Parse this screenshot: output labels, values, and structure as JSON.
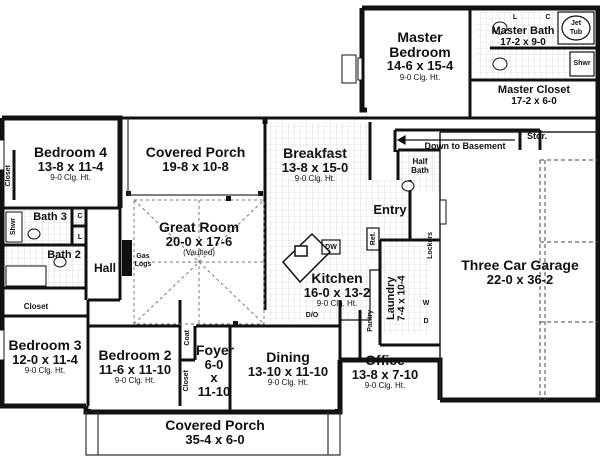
{
  "rooms": {
    "master_bedroom": {
      "name_line1": "Master",
      "name_line2": "Bedroom",
      "dims": "14-6 x 15-4",
      "ceiling": "9-0 Clg. Ht."
    },
    "master_bath": {
      "name": "Master Bath",
      "dims": "17-2 x 9-0"
    },
    "master_closet": {
      "name": "Master Closet",
      "dims": "17-2 x 6-0"
    },
    "bedroom4": {
      "name": "Bedroom 4",
      "dims": "13-8 x 11-4",
      "ceiling": "9-0 Clg. Ht."
    },
    "covered_porch_rear": {
      "name": "Covered Porch",
      "dims": "19-8 x 10-8"
    },
    "breakfast": {
      "name": "Breakfast",
      "dims": "13-8 x 15-0",
      "ceiling": "9-0 Clg. Ht."
    },
    "great_room": {
      "name": "Great Room",
      "dims": "20-0 x 17-6",
      "note": "(Vaulted)"
    },
    "kitchen": {
      "name": "Kitchen",
      "dims": "16-0 x 13-2",
      "ceiling": "9-0 Clg. Ht."
    },
    "garage": {
      "name": "Three Car Garage",
      "dims": "22-0 x 36-2"
    },
    "bedroom3": {
      "name": "Bedroom 3",
      "dims": "12-0 x 11-4",
      "ceiling": "9-0 Clg. Ht."
    },
    "bedroom2": {
      "name": "Bedroom 2",
      "dims": "11-6 x 11-10",
      "ceiling": "9-0 Clg. Ht."
    },
    "foyer": {
      "name": "Foyer",
      "dims_line1": "6-0",
      "dims_line2": "x",
      "dims_line3": "11-10"
    },
    "dining": {
      "name": "Dining",
      "dims": "13-10 x 11-10",
      "ceiling": "9-0 Clg. Ht."
    },
    "office": {
      "name": "Office",
      "dims": "13-8 x 7-10",
      "ceiling": "9-0 Clg. Ht."
    },
    "laundry": {
      "name": "Laundry",
      "dims": "7-4 x 10-4"
    },
    "covered_porch_front": {
      "name": "Covered Porch",
      "dims": "35-4 x 6-0"
    }
  },
  "small_labels": {
    "bath3": "Bath 3",
    "bath2": "Bath 2",
    "hall": "Hall",
    "entry": "Entry",
    "half_bath_1": "Half",
    "half_bath_2": "Bath",
    "stor": "Stor.",
    "down_to_basement": "Down to Basement",
    "closet_b4": "Closet",
    "closet_b3": "Closet",
    "closet_b2": "Closet",
    "coat": "Coat",
    "lockers": "Lockers",
    "pantry": "Pantry",
    "gas_logs_1": "Gas",
    "gas_logs_2": "Logs",
    "jet_tub_1": "Jet",
    "jet_tub_2": "Tub",
    "shwr_master": "Shwr",
    "shwr_bath3": "Shwr",
    "dw": "DW",
    "ref": "Ref.",
    "do": "D/O",
    "lin_c": "C",
    "lin_l": "L",
    "mb_l": "L",
    "mb_c": "C",
    "laundry_w": "W",
    "laundry_d": "D"
  }
}
